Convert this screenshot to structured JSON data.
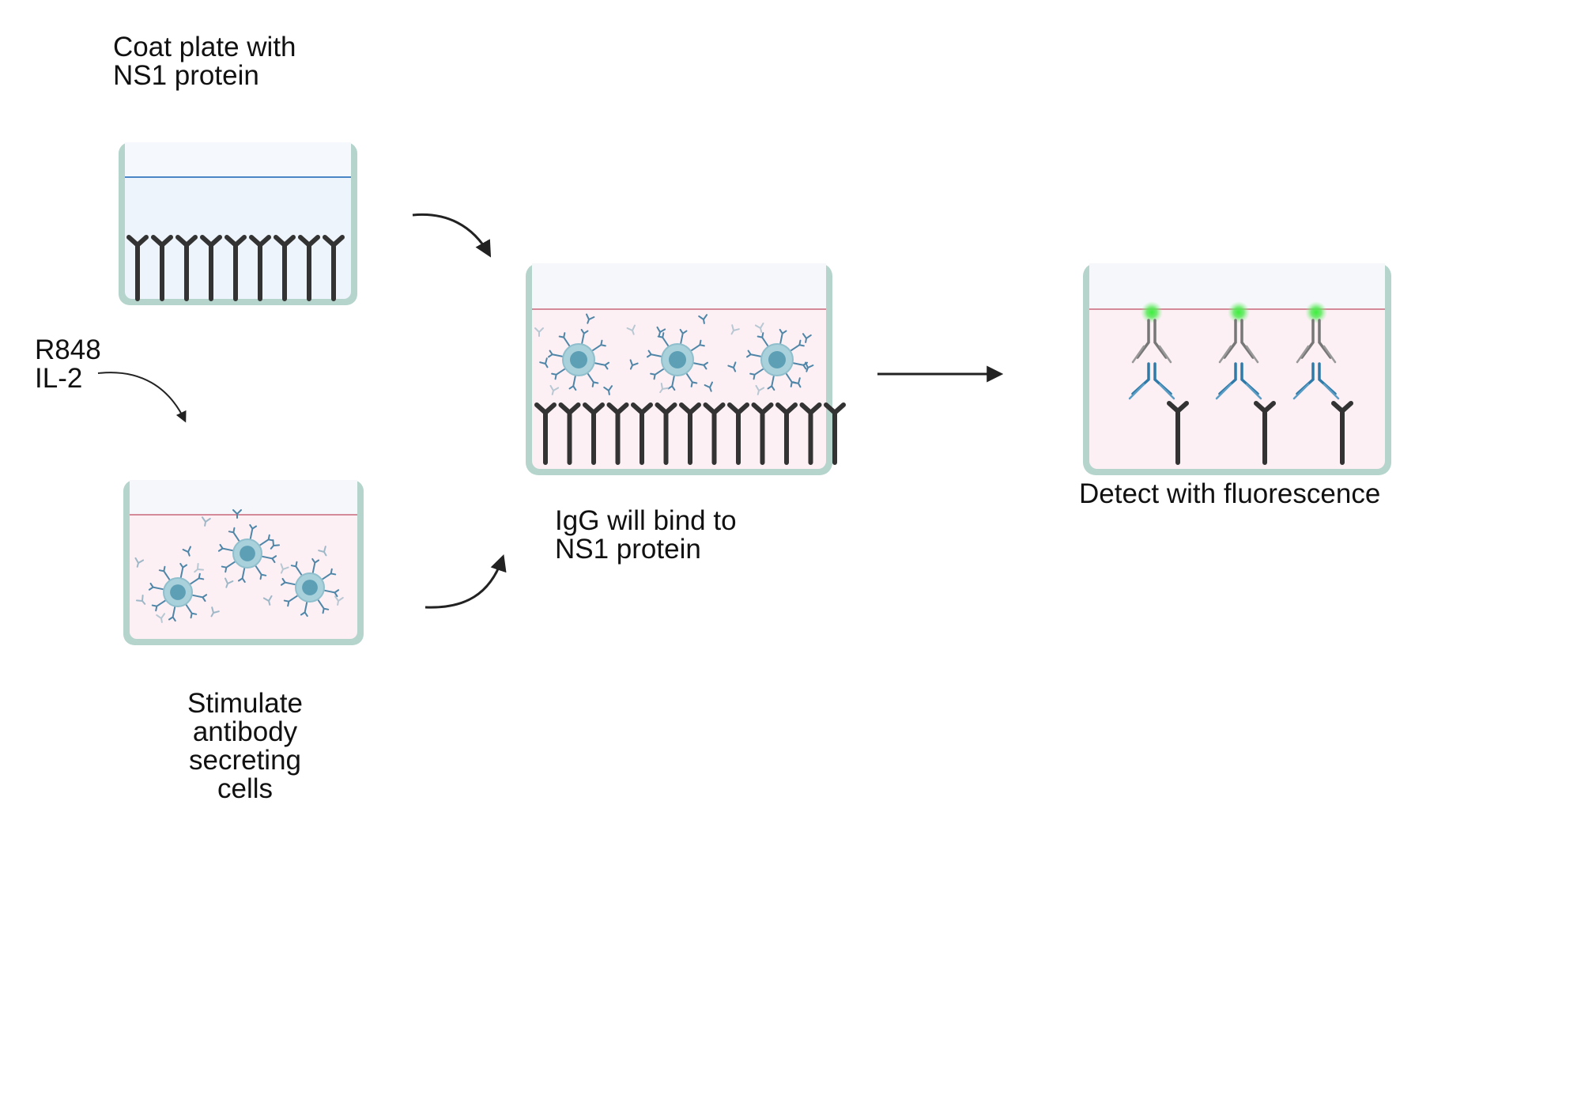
{
  "labels": {
    "coat": [
      "Coat plate with",
      "NS1 protein"
    ],
    "stimuli": [
      "R848",
      "IL-2"
    ],
    "stimulate": [
      "Stimulate",
      "antibody",
      "secreting",
      "cells"
    ],
    "bind": [
      "IgG will bind to",
      "NS1 protein"
    ],
    "detect": "Detect with fluorescence"
  },
  "colors": {
    "well_border": "#b5d4cc",
    "well_fill": "#e9f1ef",
    "liquid_blue": "#eef4fb",
    "liquid_pink": "#fcf0f5",
    "meniscus_blue": "#4a86c5",
    "meniscus_pink": "#d58a9a",
    "antigen": "#333333",
    "cell_outer": "#a9d1dc",
    "cell_inner": "#5d9fb5",
    "antibody_blue": "#4f86a8",
    "secondary_blue": "#2f7aa8",
    "secondary_gray": "#777777",
    "fluor": "#4be34b",
    "arrow": "#222222"
  },
  "icons": [
    "y-antigen-icon",
    "b-cell-icon",
    "antibody-icon",
    "secondary-antibody-icon",
    "fluorescence-glow-icon",
    "curved-arrow-icon"
  ]
}
